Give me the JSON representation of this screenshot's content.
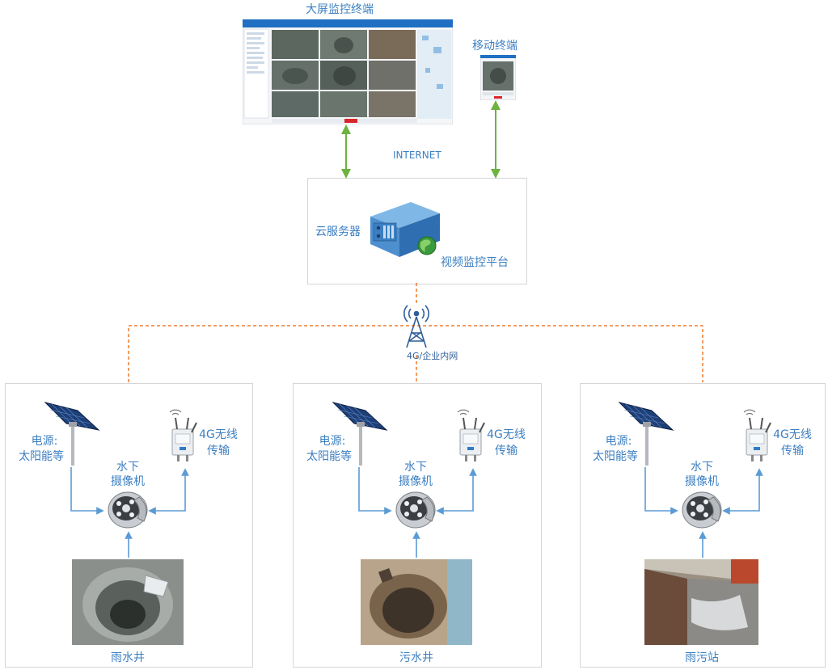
{
  "top": {
    "big_screen_label": "大屏监控终端",
    "mobile_label": "移动终端",
    "internet_label": "INTERNET"
  },
  "server": {
    "cloud_label": "云服务器",
    "platform_label": "视频监控平台"
  },
  "network": {
    "tower_label": "4G/企业内网"
  },
  "sites": [
    {
      "power_label_1": "电源:",
      "power_label_2": "太阳能等",
      "wireless_label_1": "4G无线",
      "wireless_label_2": "传输",
      "camera_label_1": "水下",
      "camera_label_2": "摄像机",
      "site_name": "雨水井"
    },
    {
      "power_label_1": "电源:",
      "power_label_2": "太阳能等",
      "wireless_label_1": "4G无线",
      "wireless_label_2": "传输",
      "camera_label_1": "水下",
      "camera_label_2": "摄像机",
      "site_name": "污水井"
    },
    {
      "power_label_1": "电源:",
      "power_label_2": "太阳能等",
      "wireless_label_1": "4G无线",
      "wireless_label_2": "传输",
      "camera_label_1": "水下",
      "camera_label_2": "摄像机",
      "site_name": "雨污站"
    }
  ],
  "colors": {
    "label_blue": "#3c7fc1",
    "green_arrow": "#6db33f",
    "orange_dashed": "#ed7d31",
    "blue_arrow": "#5b9bd5"
  }
}
